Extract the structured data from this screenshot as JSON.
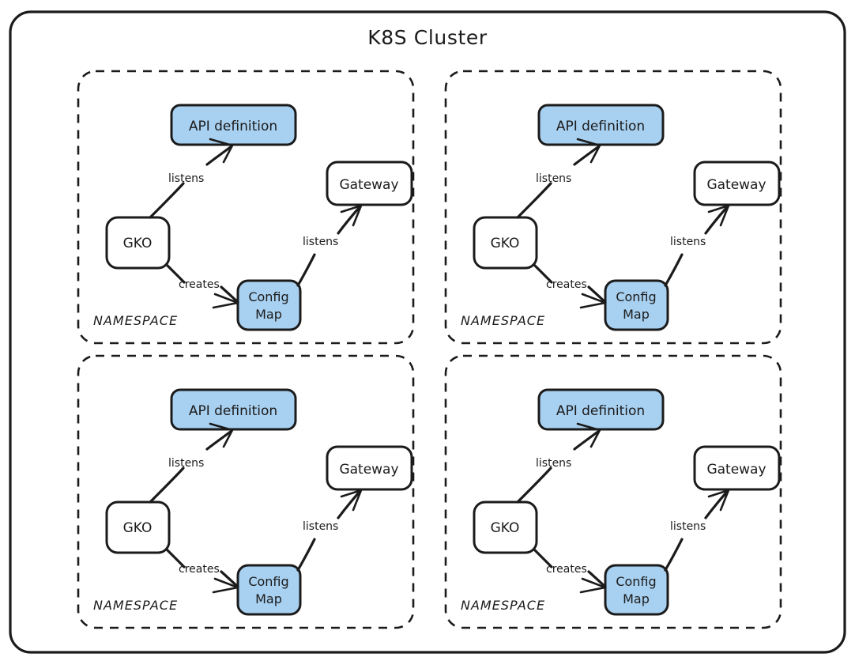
{
  "diagram": {
    "title": "K8S Cluster",
    "type": "architecture-diagram",
    "background_color": "#ffffff",
    "stroke_color": "#1b1b1b",
    "accent_fill": "#a8d0f0",
    "plain_fill": "#ffffff",
    "namespace_label": "NAMESPACE",
    "namespace_count": 4,
    "namespaces": [
      {
        "id": "ns-top-left",
        "label": "NAMESPACE"
      },
      {
        "id": "ns-top-right",
        "label": "NAMESPACE"
      },
      {
        "id": "ns-bottom-left",
        "label": "NAMESPACE"
      },
      {
        "id": "ns-bottom-right",
        "label": "NAMESPACE"
      }
    ],
    "nodes": [
      {
        "id": "api-definition",
        "label": "API definition",
        "fill": "#a8d0f0",
        "shape": "rounded-rect"
      },
      {
        "id": "gateway",
        "label": "Gateway",
        "fill": "#ffffff",
        "shape": "rounded-rect"
      },
      {
        "id": "gko",
        "label": "GKO",
        "fill": "#ffffff",
        "shape": "rounded-rect"
      },
      {
        "id": "config-map",
        "label_line1": "Config",
        "label_line2": "Map",
        "label": "Config Map",
        "fill": "#a8d0f0",
        "shape": "rounded-rect"
      }
    ],
    "edges": [
      {
        "id": "gko-to-api",
        "from": "gko",
        "to": "api-definition",
        "label": "listens"
      },
      {
        "id": "gko-to-configmap",
        "from": "gko",
        "to": "config-map",
        "label": "creates"
      },
      {
        "id": "configmap-to-gateway",
        "from": "config-map",
        "to": "gateway",
        "label": "listens"
      }
    ]
  }
}
